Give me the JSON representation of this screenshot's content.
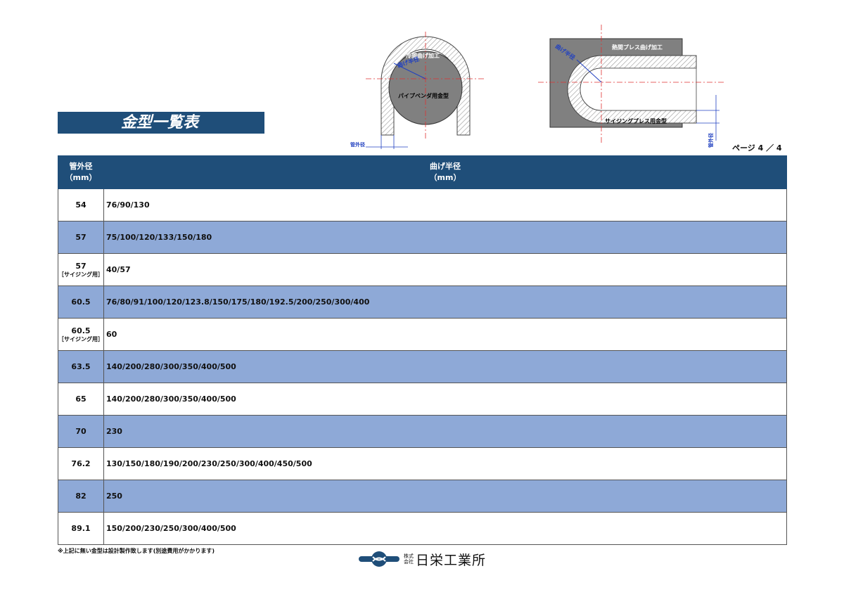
{
  "title": "金型一覧表",
  "page_label": "ページ 4 ／ 4",
  "diagram_cold": {
    "process": "冷間曲げ加工",
    "radius_label": "曲げ半径",
    "die_label": "パイプベンダ用金型",
    "od_label": "管外径"
  },
  "diagram_hot": {
    "process": "熱間プレス曲げ加工",
    "radius_label": "曲げ半径",
    "die_label": "サイジングプレス用金型",
    "od_label": "管外径"
  },
  "table": {
    "header_od": "管外径",
    "header_od_unit": "（mm）",
    "header_radius": "曲げ半径",
    "header_radius_unit": "（mm）",
    "rows": [
      {
        "od": "54",
        "sub": "",
        "radii": "76/90/130"
      },
      {
        "od": "57",
        "sub": "",
        "radii": "75/100/120/133/150/180"
      },
      {
        "od": "57",
        "sub": "［サイジング用］",
        "radii": "40/57"
      },
      {
        "od": "60.5",
        "sub": "",
        "radii": "76/80/91/100/120/123.8/150/175/180/192.5/200/250/300/400"
      },
      {
        "od": "60.5",
        "sub": "［サイジング用］",
        "radii": "60"
      },
      {
        "od": "63.5",
        "sub": "",
        "radii": "140/200/280/300/350/400/500"
      },
      {
        "od": "65",
        "sub": "",
        "radii": "140/200/280/300/350/400/500"
      },
      {
        "od": "70",
        "sub": "",
        "radii": "230"
      },
      {
        "od": "76.2",
        "sub": "",
        "radii": "130/150/180/190/200/230/250/300/400/450/500"
      },
      {
        "od": "82",
        "sub": "",
        "radii": "250"
      },
      {
        "od": "89.1",
        "sub": "",
        "radii": "150/200/230/250/300/400/500"
      }
    ]
  },
  "footnote": "※上記に無い金型は設計製作致します(別途費用がかかります)",
  "company": {
    "kk_top": "株式",
    "kk_bottom": "会社",
    "name": "日栄工業所"
  },
  "colors": {
    "header_bg": "#1f4e79",
    "row_alt_bg": "#8ea9d7",
    "die_gray": "#808080",
    "centerline": "#e03030",
    "dimension": "#2040c0"
  }
}
